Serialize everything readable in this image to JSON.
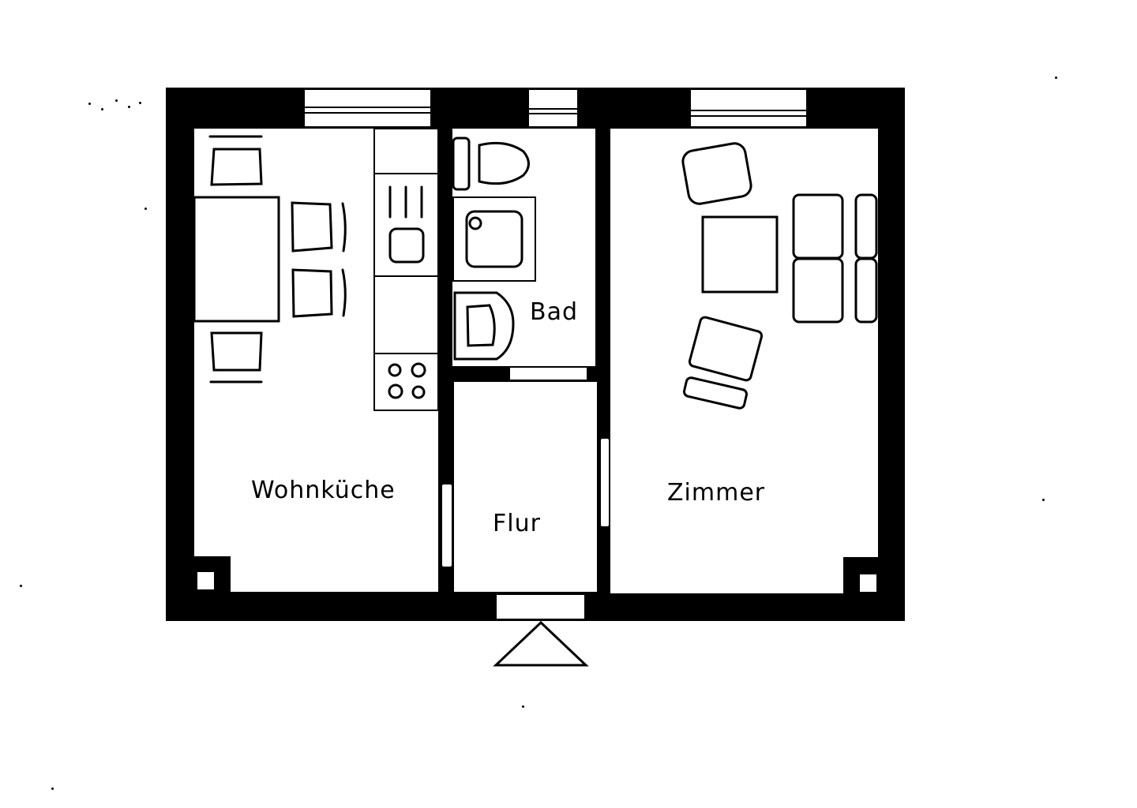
{
  "diagram": {
    "type": "floor-plan",
    "colors": {
      "wall": "#000000",
      "floor": "#ffffff",
      "line": "#000000"
    },
    "rooms": [
      {
        "id": "wohnkueche",
        "label": "Wohnküche"
      },
      {
        "id": "bad",
        "label": "Bad"
      },
      {
        "id": "flur",
        "label": "Flur"
      },
      {
        "id": "zimmer",
        "label": "Zimmer"
      }
    ],
    "fixtures": {
      "wohnkueche": [
        "dining-table",
        "chair",
        "chair",
        "chair",
        "chair",
        "kitchen-counter",
        "sink",
        "stove-4-burners"
      ],
      "bad": [
        "bathtub-or-washstand",
        "toilet",
        "shower-tray",
        "washbasin"
      ],
      "zimmer": [
        "armchair",
        "armchair",
        "coffee-table",
        "sofa-2-seat",
        "footstool"
      ]
    },
    "entrance": {
      "symbol": "triangle",
      "position": "bottom-center"
    }
  }
}
